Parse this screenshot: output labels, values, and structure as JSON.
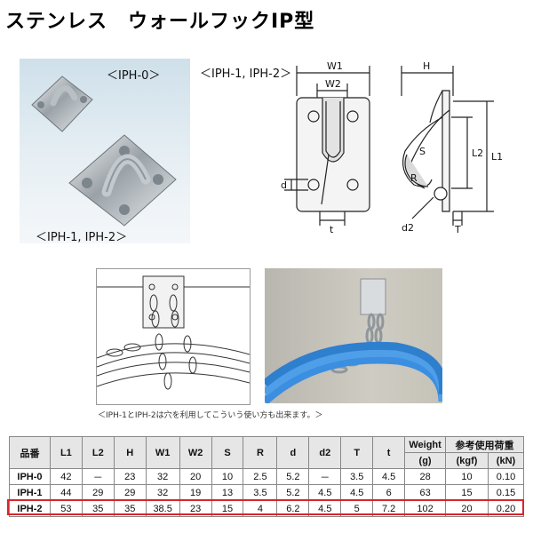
{
  "title": "ステンレス　ウォールフックIP型",
  "photo_labels": {
    "top": "＜IPH-0＞",
    "bottom": "＜IPH-1, IPH-2＞"
  },
  "drawing": {
    "label": "＜IPH-1, IPH-2＞",
    "dims": {
      "w1": "W1",
      "w2": "W2",
      "h": "H",
      "l1": "L1",
      "l2": "L2",
      "s": "S",
      "r": "R",
      "d": "d",
      "t": "t",
      "d2": "d2",
      "T": "T"
    }
  },
  "caption": "＜IPH-1とIPH-2は穴を利用してこういう使い方も出来ます。＞",
  "table": {
    "headers": [
      "品番",
      "L1",
      "L2",
      "H",
      "W1",
      "W2",
      "S",
      "R",
      "d",
      "d2",
      "T",
      "t",
      "Weight",
      "参考使用荷重"
    ],
    "weight_unit": "(g)",
    "load_units": [
      "(kgf)",
      "(kN)"
    ],
    "rows": [
      [
        "IPH-0",
        "42",
        "－",
        "23",
        "32",
        "20",
        "10",
        "2.5",
        "5.2",
        "－",
        "3.5",
        "4.5",
        "28",
        "10",
        "0.10"
      ],
      [
        "IPH-1",
        "44",
        "29",
        "29",
        "32",
        "19",
        "13",
        "3.5",
        "5.2",
        "4.5",
        "4.5",
        "6",
        "63",
        "15",
        "0.15"
      ],
      [
        "IPH-2",
        "53",
        "35",
        "35",
        "38.5",
        "23",
        "15",
        "4",
        "6.2",
        "4.5",
        "5",
        "7.2",
        "102",
        "20",
        "0.20"
      ]
    ]
  },
  "colors": {
    "highlight": "#d6262c",
    "hose": "#3b8ee0"
  }
}
